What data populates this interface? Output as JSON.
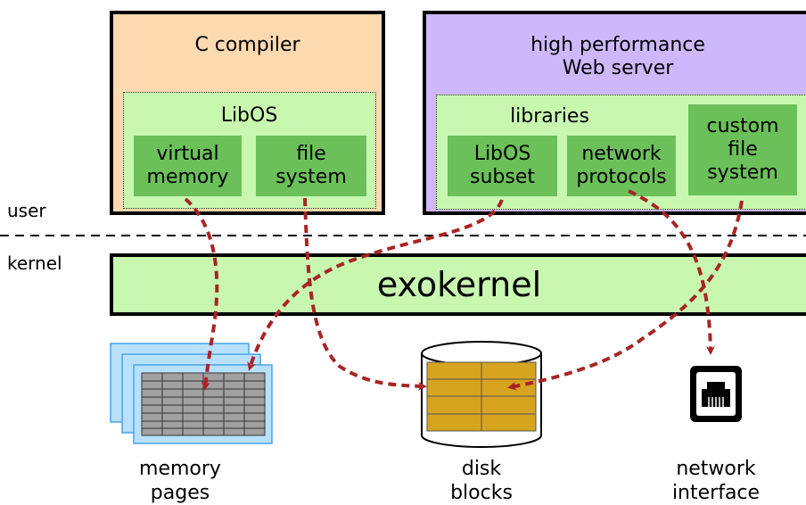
{
  "apps": {
    "compiler": {
      "title": "C compiler",
      "libos_label": "LibOS",
      "modules": [
        "virtual\nmemory",
        "file\nsystem"
      ]
    },
    "webserver": {
      "title": "high performance\nWeb server",
      "libraries_label": "libraries",
      "modules": [
        "LibOS\nsubset",
        "network\nprotocols",
        "custom\nfile\nsystem"
      ]
    }
  },
  "divider": {
    "user_label": "user",
    "kernel_label": "kernel"
  },
  "kernel": {
    "label": "exokernel"
  },
  "resources": {
    "memory": "memory\npages",
    "disk": "disk\nblocks",
    "network": "network\ninterface"
  },
  "colors": {
    "compiler_bg": "#fdd9b0",
    "webserver_bg": "#cdb8fb",
    "libos_bg": "#c8f7b0",
    "module_bg": "#6cc05a",
    "kernel_bg": "#c8f7b0",
    "arrow": "#a82424",
    "memory_page": "#b9e1ff",
    "disk_cell": "#d6a41e"
  }
}
